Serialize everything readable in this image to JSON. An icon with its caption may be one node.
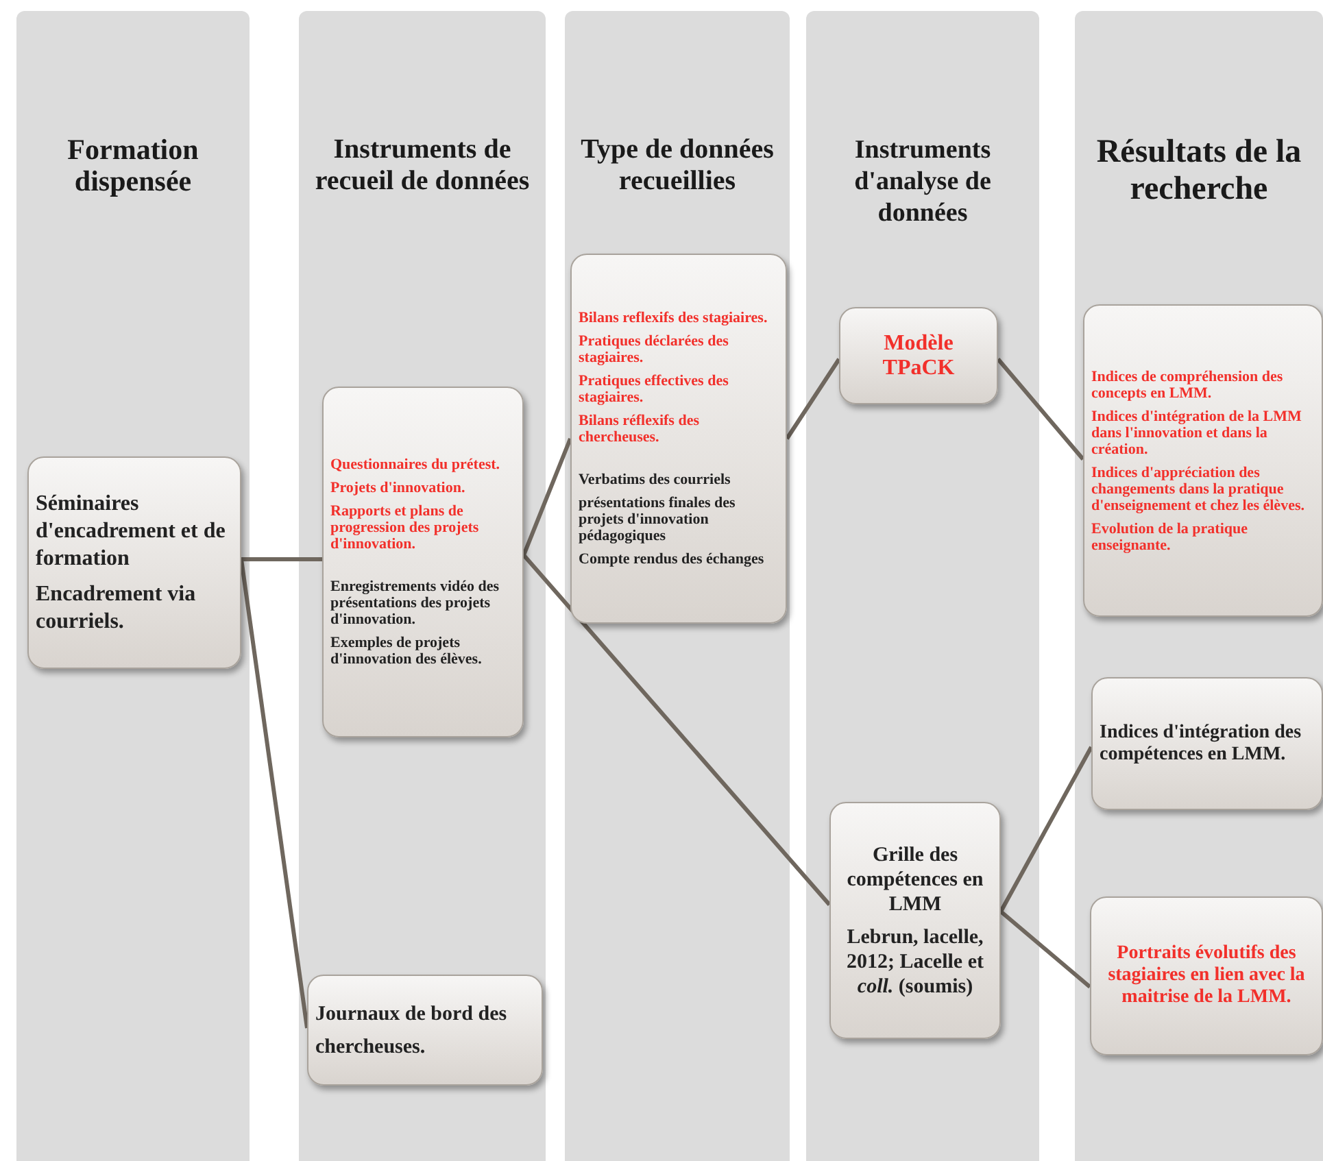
{
  "diagram": {
    "nodes": [
      {
        "text": [
          "Formation dispensée"
        ]
      },
      {
        "text": [
          "Instruments de recueil de données"
        ]
      },
      {
        "text": [
          "Type de données recueillies"
        ]
      },
      {
        "text": [
          "Instruments d'analyse de données"
        ]
      },
      {
        "text": [
          "Résultats de la recherche"
        ]
      },
      {
        "text": [
          "Séminaires d'encadrement et de formation",
          "Encadrement via courriels."
        ],
        "in": 0
      },
      {
        "text": [
          "Questionnaires du prétest.",
          "Projets d'innovation.",
          "Rapports et plans de progression des projets d'innovation.",
          "Enregistrements vidéo des présentations des projets d'innovation.",
          "Exemples de projets d'innovation des élèves."
        ],
        "in": 1
      },
      {
        "text": [
          "Journaux de bord des chercheuses."
        ],
        "in": 1
      },
      {
        "text": [
          "Bilans reflexifs des stagiaires.",
          "Pratiques déclarées des stagiaires.",
          "Pratiques effectives des stagiaires.",
          "Bilans réflexifs des chercheuses.",
          "Verbatims des courriels",
          "présentations finales des projets d'innovation pédagogiques",
          "Compte rendus des échanges"
        ],
        "in": 2
      },
      {
        "text": [
          "Modèle TPaCK"
        ],
        "in": 3
      },
      {
        "text": [
          "Grille des compétences en LMM",
          "Lebrun, lacelle, 2012; Lacelle et *coll.* (soumis)"
        ],
        "in": 3
      },
      {
        "text": [
          "Indices de compréhension des concepts en LMM.",
          "Indices d'intégration de la LMM dans l'innovation et dans la création.",
          "Indices d'appréciation des changements dans la pratique d'enseignement et chez les élèves.",
          "Evolution de la pratique enseignante."
        ],
        "in": 4
      },
      {
        "text": [
          "Indices d'intégration des compétences en LMM."
        ],
        "in": 4
      },
      {
        "text": [
          "Portraits évolutifs des stagiaires en lien avec la maitrise de la LMM."
        ],
        "in": 4
      }
    ],
    "edges": [
      {
        "from": 5,
        "to": 6,
        "arrow": "none"
      },
      {
        "from": 5,
        "to": 7,
        "arrow": "none"
      },
      {
        "from": 6,
        "to": 8,
        "arrow": "none"
      },
      {
        "from": 6,
        "to": 10,
        "arrow": "none"
      },
      {
        "from": 8,
        "to": 9,
        "arrow": "none"
      },
      {
        "from": 9,
        "to": 11,
        "arrow": "none"
      },
      {
        "from": 10,
        "to": 12,
        "arrow": "none"
      },
      {
        "from": 10,
        "to": 13,
        "arrow": "none"
      }
    ]
  }
}
